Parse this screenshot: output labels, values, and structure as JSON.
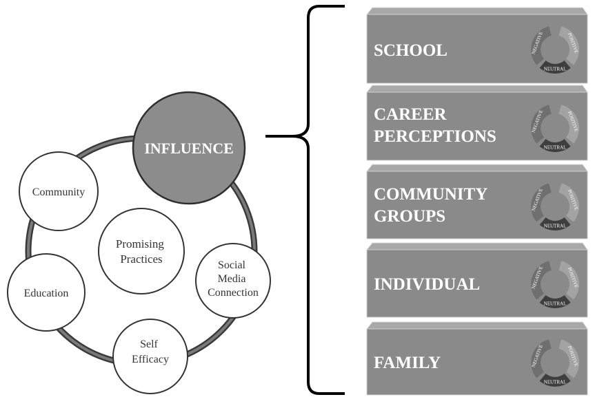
{
  "center": {
    "lines": [
      "Promising",
      "Practices"
    ]
  },
  "hub": {
    "label": "INFLUENCE"
  },
  "nodes": [
    {
      "id": "community",
      "lines": [
        "Community"
      ]
    },
    {
      "id": "education",
      "lines": [
        "Education"
      ]
    },
    {
      "id": "self-efficacy",
      "lines": [
        "Self",
        "Efficacy"
      ]
    },
    {
      "id": "social-media",
      "lines": [
        "Social",
        "Media",
        "Connection"
      ]
    }
  ],
  "panels": [
    {
      "id": "school",
      "lines": [
        "SCHOOL"
      ]
    },
    {
      "id": "career-perceptions",
      "lines": [
        "CAREER",
        "PERCEPTIONS"
      ]
    },
    {
      "id": "community-groups",
      "lines": [
        "COMMUNITY",
        "GROUPS"
      ]
    },
    {
      "id": "individual",
      "lines": [
        "INDIVIDUAL"
      ]
    },
    {
      "id": "family",
      "lines": [
        "FAMILY"
      ]
    }
  ],
  "cycle": {
    "negative": "NEGATIVE",
    "positive": "POSITIVE",
    "neutral": "NEUTRAL"
  },
  "colors": {
    "panel": "#8a8a8a",
    "panel_edge": "#a8a8a8",
    "hub": "#8c8c8c",
    "ring": "#555555",
    "negative": "#6f6f6f",
    "positive": "#a3a3a3",
    "neutral": "#3e3e3e"
  }
}
